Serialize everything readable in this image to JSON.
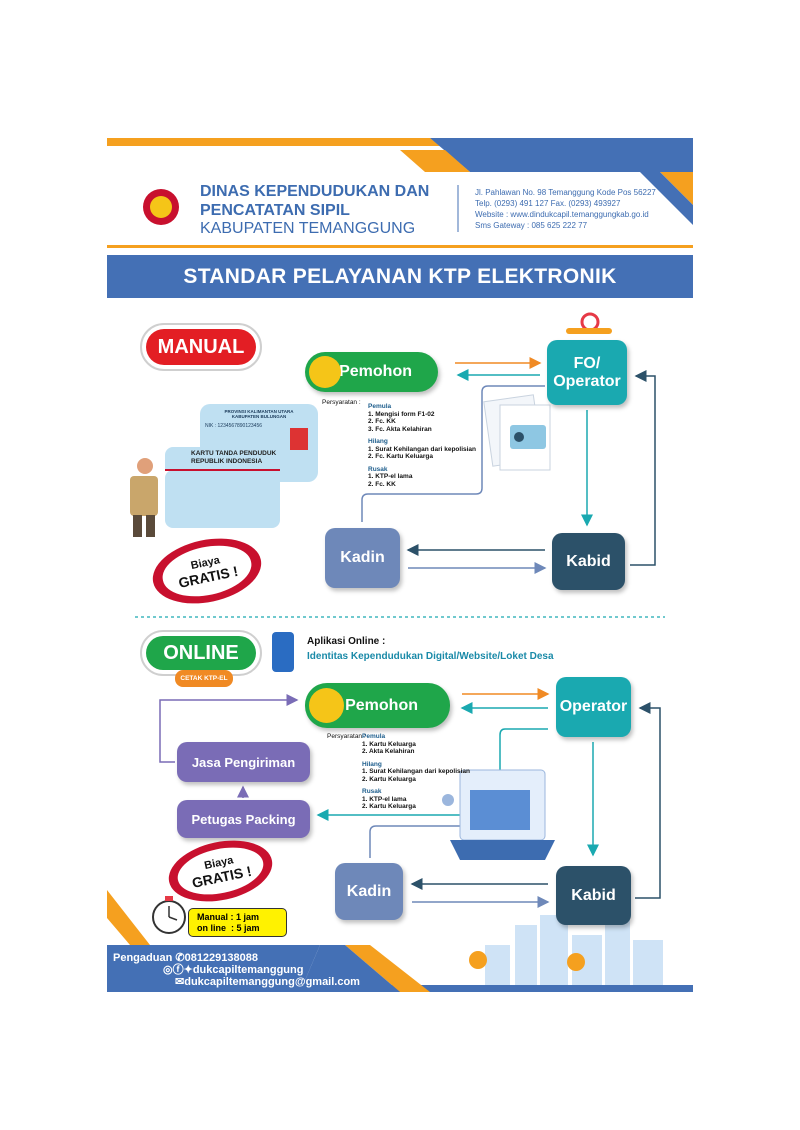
{
  "header": {
    "org_line1": "DINAS KEPENDUDUKAN DAN",
    "org_line2": "PENCATATAN SIPIL",
    "org_line3": "KABUPATEN TEMANGGUNG",
    "address": "Jl. Pahlawan No. 98 Temanggung Kode Pos 56227",
    "phone": "Telp. (0293) 491 127 Fax. (0293) 493927",
    "website": "Website : www.dindukcapil.temanggungkab.go.id",
    "sms": "Sms Gateway : 085 625 222 77"
  },
  "title": "STANDAR PELAYANAN KTP ELEKTRONIK",
  "manual": {
    "label": "MANUAL",
    "pemohon": "Pemohon",
    "operator_line1": "FO/",
    "operator_line2": "Operator",
    "kadin": "Kadin",
    "kabid": "Kabid",
    "req_label": "Persyaratan :",
    "groups": [
      {
        "title": "Pemula",
        "items": [
          "1. Mengisi form F1-02",
          "2. Fc. KK",
          "3. Fc. Akta Kelahiran"
        ]
      },
      {
        "title": "Hilang",
        "items": [
          "1. Surat Kehilangan dari kepolisian",
          "2. Fc. Kartu Keluarga"
        ]
      },
      {
        "title": "Rusak",
        "items": [
          "1. KTP-el lama",
          "2. Fc. KK"
        ]
      }
    ],
    "card": {
      "province": "PROVINSI KALIMANTAN UTARA",
      "regency": "KABUPATEN BULUNGAN",
      "nik_label": "NIK",
      "nik": ": 1234567890123456",
      "title1": "KARTU TANDA PENDUDUK",
      "title2": "REPUBLIK INDONESIA"
    },
    "fee_top": "Biaya",
    "fee_bottom": "GRATIS !"
  },
  "online": {
    "label": "ONLINE",
    "sublabel": "CETAK KTP-EL",
    "app_title": "Aplikasi Online :",
    "app_desc": "Identitas Kependudukan Digital/Website/Loket Desa",
    "pemohon": "Pemohon",
    "operator": "Operator",
    "kadin": "Kadin",
    "kabid": "Kabid",
    "shipping": "Jasa Pengiriman",
    "packing": "Petugas Packing",
    "req_label": "Persyaratan :",
    "groups": [
      {
        "title": "Pemula",
        "items": [
          "1. Kartu Keluarga",
          "2. Akta Kelahiran"
        ]
      },
      {
        "title": "Hilang",
        "items": [
          "1. Surat Kehilangan dari kepolisian",
          "2. Kartu Keluarga"
        ]
      },
      {
        "title": "Rusak",
        "items": [
          "1. KTP-el lama",
          "2. Kartu Keluarga"
        ]
      }
    ],
    "fee_top": "Biaya",
    "fee_bottom": "GRATIS !",
    "time_manual": "Manual : 1 jam",
    "time_online": "on line  : 5 jam"
  },
  "footer": {
    "complaint_label": "Pengaduan",
    "phone": "081229138088",
    "social": "dukcapiltemanggung",
    "email": "dukcapiltemanggung@gmail.com"
  },
  "colors": {
    "blue": "#4470b5",
    "orange": "#f5a01f",
    "green": "#1fa64a",
    "teal": "#1aa9b0",
    "kadin": "#6e88b9",
    "kabid": "#2c5169",
    "purple": "#7a6cb6",
    "red": "#c8102e"
  }
}
